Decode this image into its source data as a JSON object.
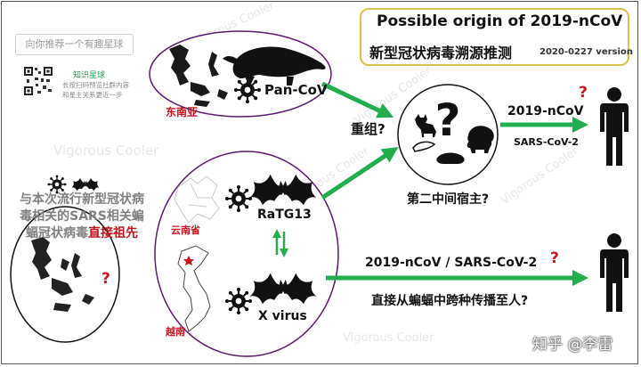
{
  "title": {
    "english": "Possible origin of 2019-nCoV",
    "chinese": "新型冠状病毒溯源推测",
    "version": "2020-0227 version"
  },
  "promo": {
    "button": "向你推荐一个有趣星球",
    "title": "知识星球",
    "description": "长按扫码预览社群内容\n和星主关系更近一步"
  },
  "regions": {
    "southeast_asia": "东南亚",
    "yunnan": "云南省",
    "vietnam": "越南"
  },
  "viruses": {
    "pan_cov": "Pan-CoV",
    "ratg13": "RaTG13",
    "x_virus": "X virus"
  },
  "labels": {
    "recombination": "重组?",
    "second_host": "第二中间宿主?",
    "path1_virus": "2019-nCoV",
    "path1_sub": "SARS-CoV-2",
    "path2_virus": "2019-nCoV / SARS-CoV-2",
    "path2_desc": "直接从蝙蝠中跨种传播至人?",
    "question": "?"
  },
  "ancestor_text": {
    "before": "与本次流行新型冠状病毒相关的SARS相关蝙蝠冠状病毒",
    "highlight": "直接祖先"
  },
  "watermark": {
    "text": "Vigorous Cooler",
    "signature": "知乎 @李雷"
  },
  "colors": {
    "arrow_green": "#22ad4e",
    "label_red": "#c8141e",
    "ellipse_purple": "#5a1a6e",
    "title_border": "#d8c24a"
  },
  "icons": [
    "pangolin-icon",
    "bat-icon",
    "virus-icon",
    "human-icon",
    "dog-icon",
    "pig-icon",
    "hedgehog-icon",
    "civet-icon",
    "ferret-icon",
    "qr-code-icon"
  ]
}
